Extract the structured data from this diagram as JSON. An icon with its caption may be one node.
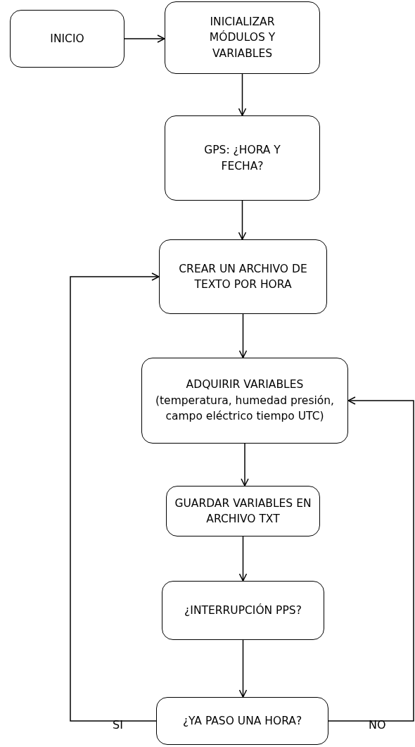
{
  "diagram": {
    "nodes": [
      {
        "text": [
          "INICIO"
        ]
      },
      {
        "text": [
          "INICIALIZAR MÓDULOS Y VARIABLES"
        ]
      },
      {
        "text": [
          "GPS: ¿HORA Y FECHA?"
        ]
      },
      {
        "text": [
          "CREAR UN ARCHIVO DE TEXTO POR HORA"
        ]
      },
      {
        "text": [
          "ADQUIRIR VARIABLES (temperatura, humedad presión, campo eléctrico tiempo UTC)"
        ]
      },
      {
        "text": [
          "GUARDAR VARIABLES EN ARCHIVO TXT"
        ]
      },
      {
        "text": [
          "¿INTERRUPCIÓN PPS?"
        ]
      },
      {
        "text": [
          "¿YA PASO UNA HORA?"
        ]
      }
    ],
    "edges": [
      {
        "from": 0,
        "to": 1,
        "arrow": "to"
      },
      {
        "from": 1,
        "to": 2,
        "arrow": "to"
      },
      {
        "from": 2,
        "to": 3,
        "arrow": "to"
      },
      {
        "from": 3,
        "to": 4,
        "arrow": "to"
      },
      {
        "from": 4,
        "to": 5,
        "arrow": "to"
      },
      {
        "from": 5,
        "to": 6,
        "arrow": "to"
      },
      {
        "from": 6,
        "to": 7,
        "arrow": "to"
      },
      {
        "from": 7,
        "to": 3,
        "arrow": "to",
        "label": "SI"
      },
      {
        "from": 7,
        "to": 4,
        "arrow": "to",
        "label": "NO"
      }
    ]
  }
}
